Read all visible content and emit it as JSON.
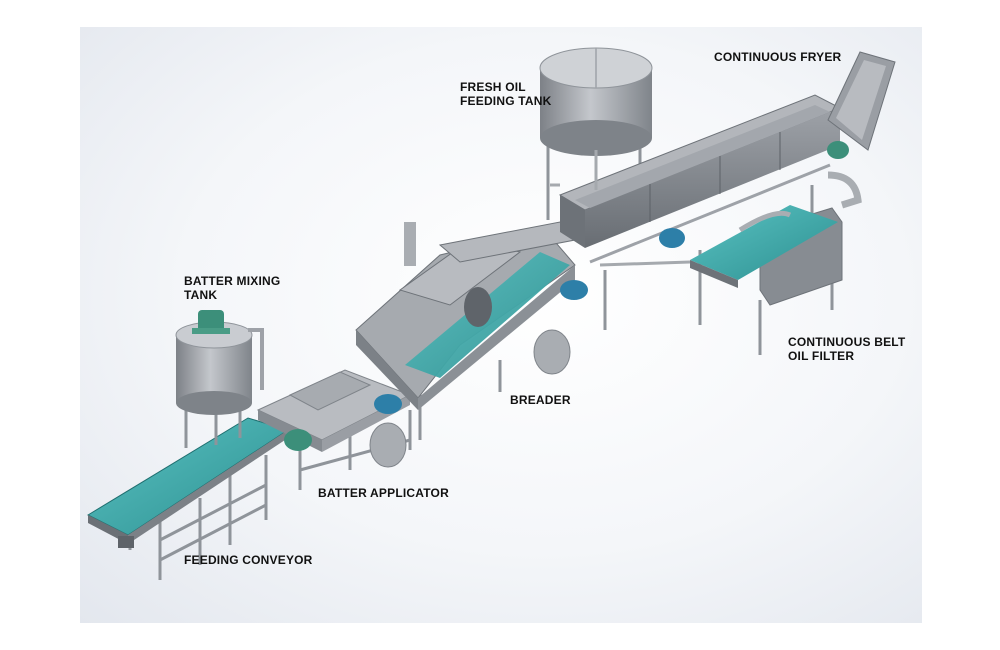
{
  "labels": {
    "fresh_oil_tank": [
      "FRESH OIL",
      "FEEDING TANK"
    ],
    "continuous_fryer": [
      "CONTINUOUS FRYER"
    ],
    "batter_mixing_tank": [
      "BATTER MIXING",
      "TANK"
    ],
    "continuous_belt_oil_filter": [
      "CONTINUOUS BELT",
      "OIL FILTER"
    ],
    "breader": [
      "BREADER"
    ],
    "batter_applicator": [
      "BATTER APPLICATOR"
    ],
    "feeding_conveyor": [
      "FEEDING CONVEYOR"
    ]
  },
  "colors": {
    "metal": "#a3a7ad",
    "metal_dark": "#6e7379",
    "metal_light": "#c9ccd1",
    "belt": "#3aa6a6",
    "belt_light": "#6cc9c9",
    "motor": "#2d7fa8",
    "motor_green": "#3c8f7a",
    "frame": "#8f949a"
  }
}
